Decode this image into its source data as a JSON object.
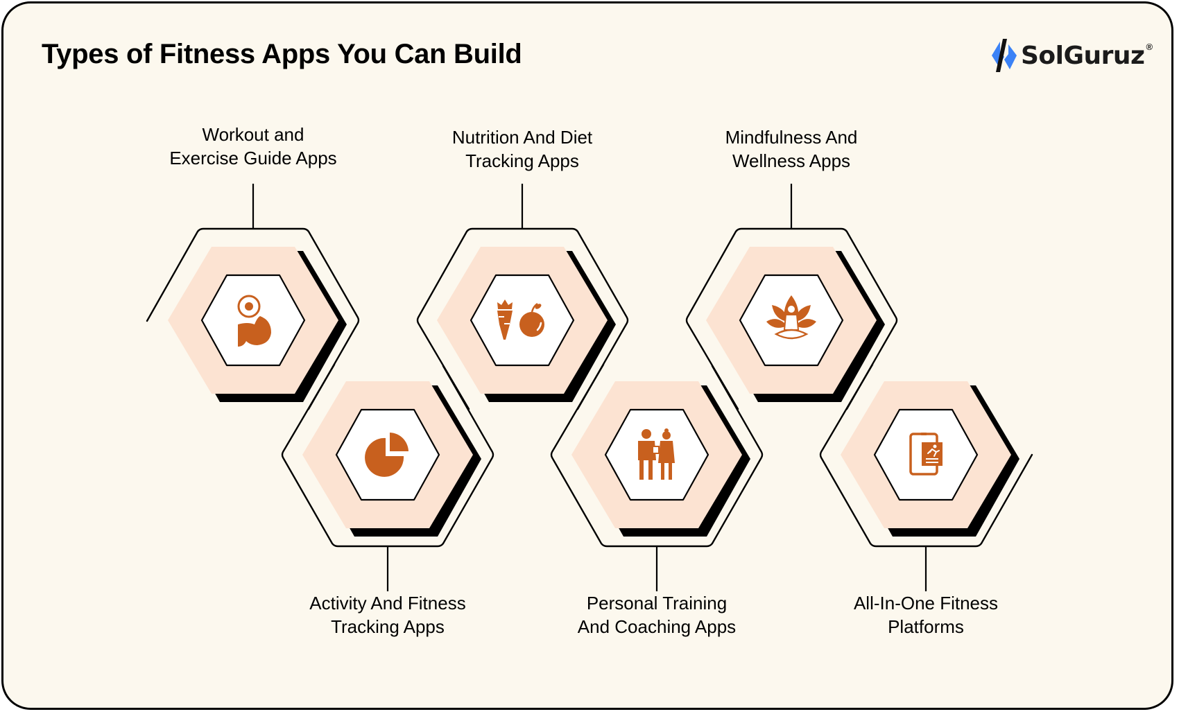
{
  "header": {
    "title": "Types of Fitness Apps You Can Build",
    "brand": {
      "name": "SolGuruz",
      "registered_mark": "®",
      "mark_colors": {
        "blue": "#3b82f6",
        "dark": "#111111"
      }
    }
  },
  "colors": {
    "background": "#fcf8ee",
    "hex_fill": "#fce3d2",
    "icon": "#c8601e",
    "outline": "#000000",
    "inner_fill": "#ffffff"
  },
  "app_types": [
    {
      "id": "workout",
      "position": "top",
      "line1": "Workout and",
      "line2": "Exercise Guide Apps",
      "icon": "flexed-arm-dumbbell-icon"
    },
    {
      "id": "activity",
      "position": "bottom",
      "line1": "Activity And Fitness",
      "line2": "Tracking Apps",
      "icon": "pie-chart-icon"
    },
    {
      "id": "nutrition",
      "position": "top",
      "line1": "Nutrition And Diet",
      "line2": "Tracking Apps",
      "icon": "carrot-apple-icon"
    },
    {
      "id": "personal-training",
      "position": "bottom",
      "line1": "Personal Training",
      "line2": "And Coaching Apps",
      "icon": "trainer-client-icon"
    },
    {
      "id": "mindfulness",
      "position": "top",
      "line1": "Mindfulness And",
      "line2": "Wellness Apps",
      "icon": "lotus-meditation-icon"
    },
    {
      "id": "all-in-one",
      "position": "bottom",
      "line1": "All-In-One Fitness",
      "line2": "Platforms",
      "icon": "phone-running-card-icon"
    }
  ]
}
